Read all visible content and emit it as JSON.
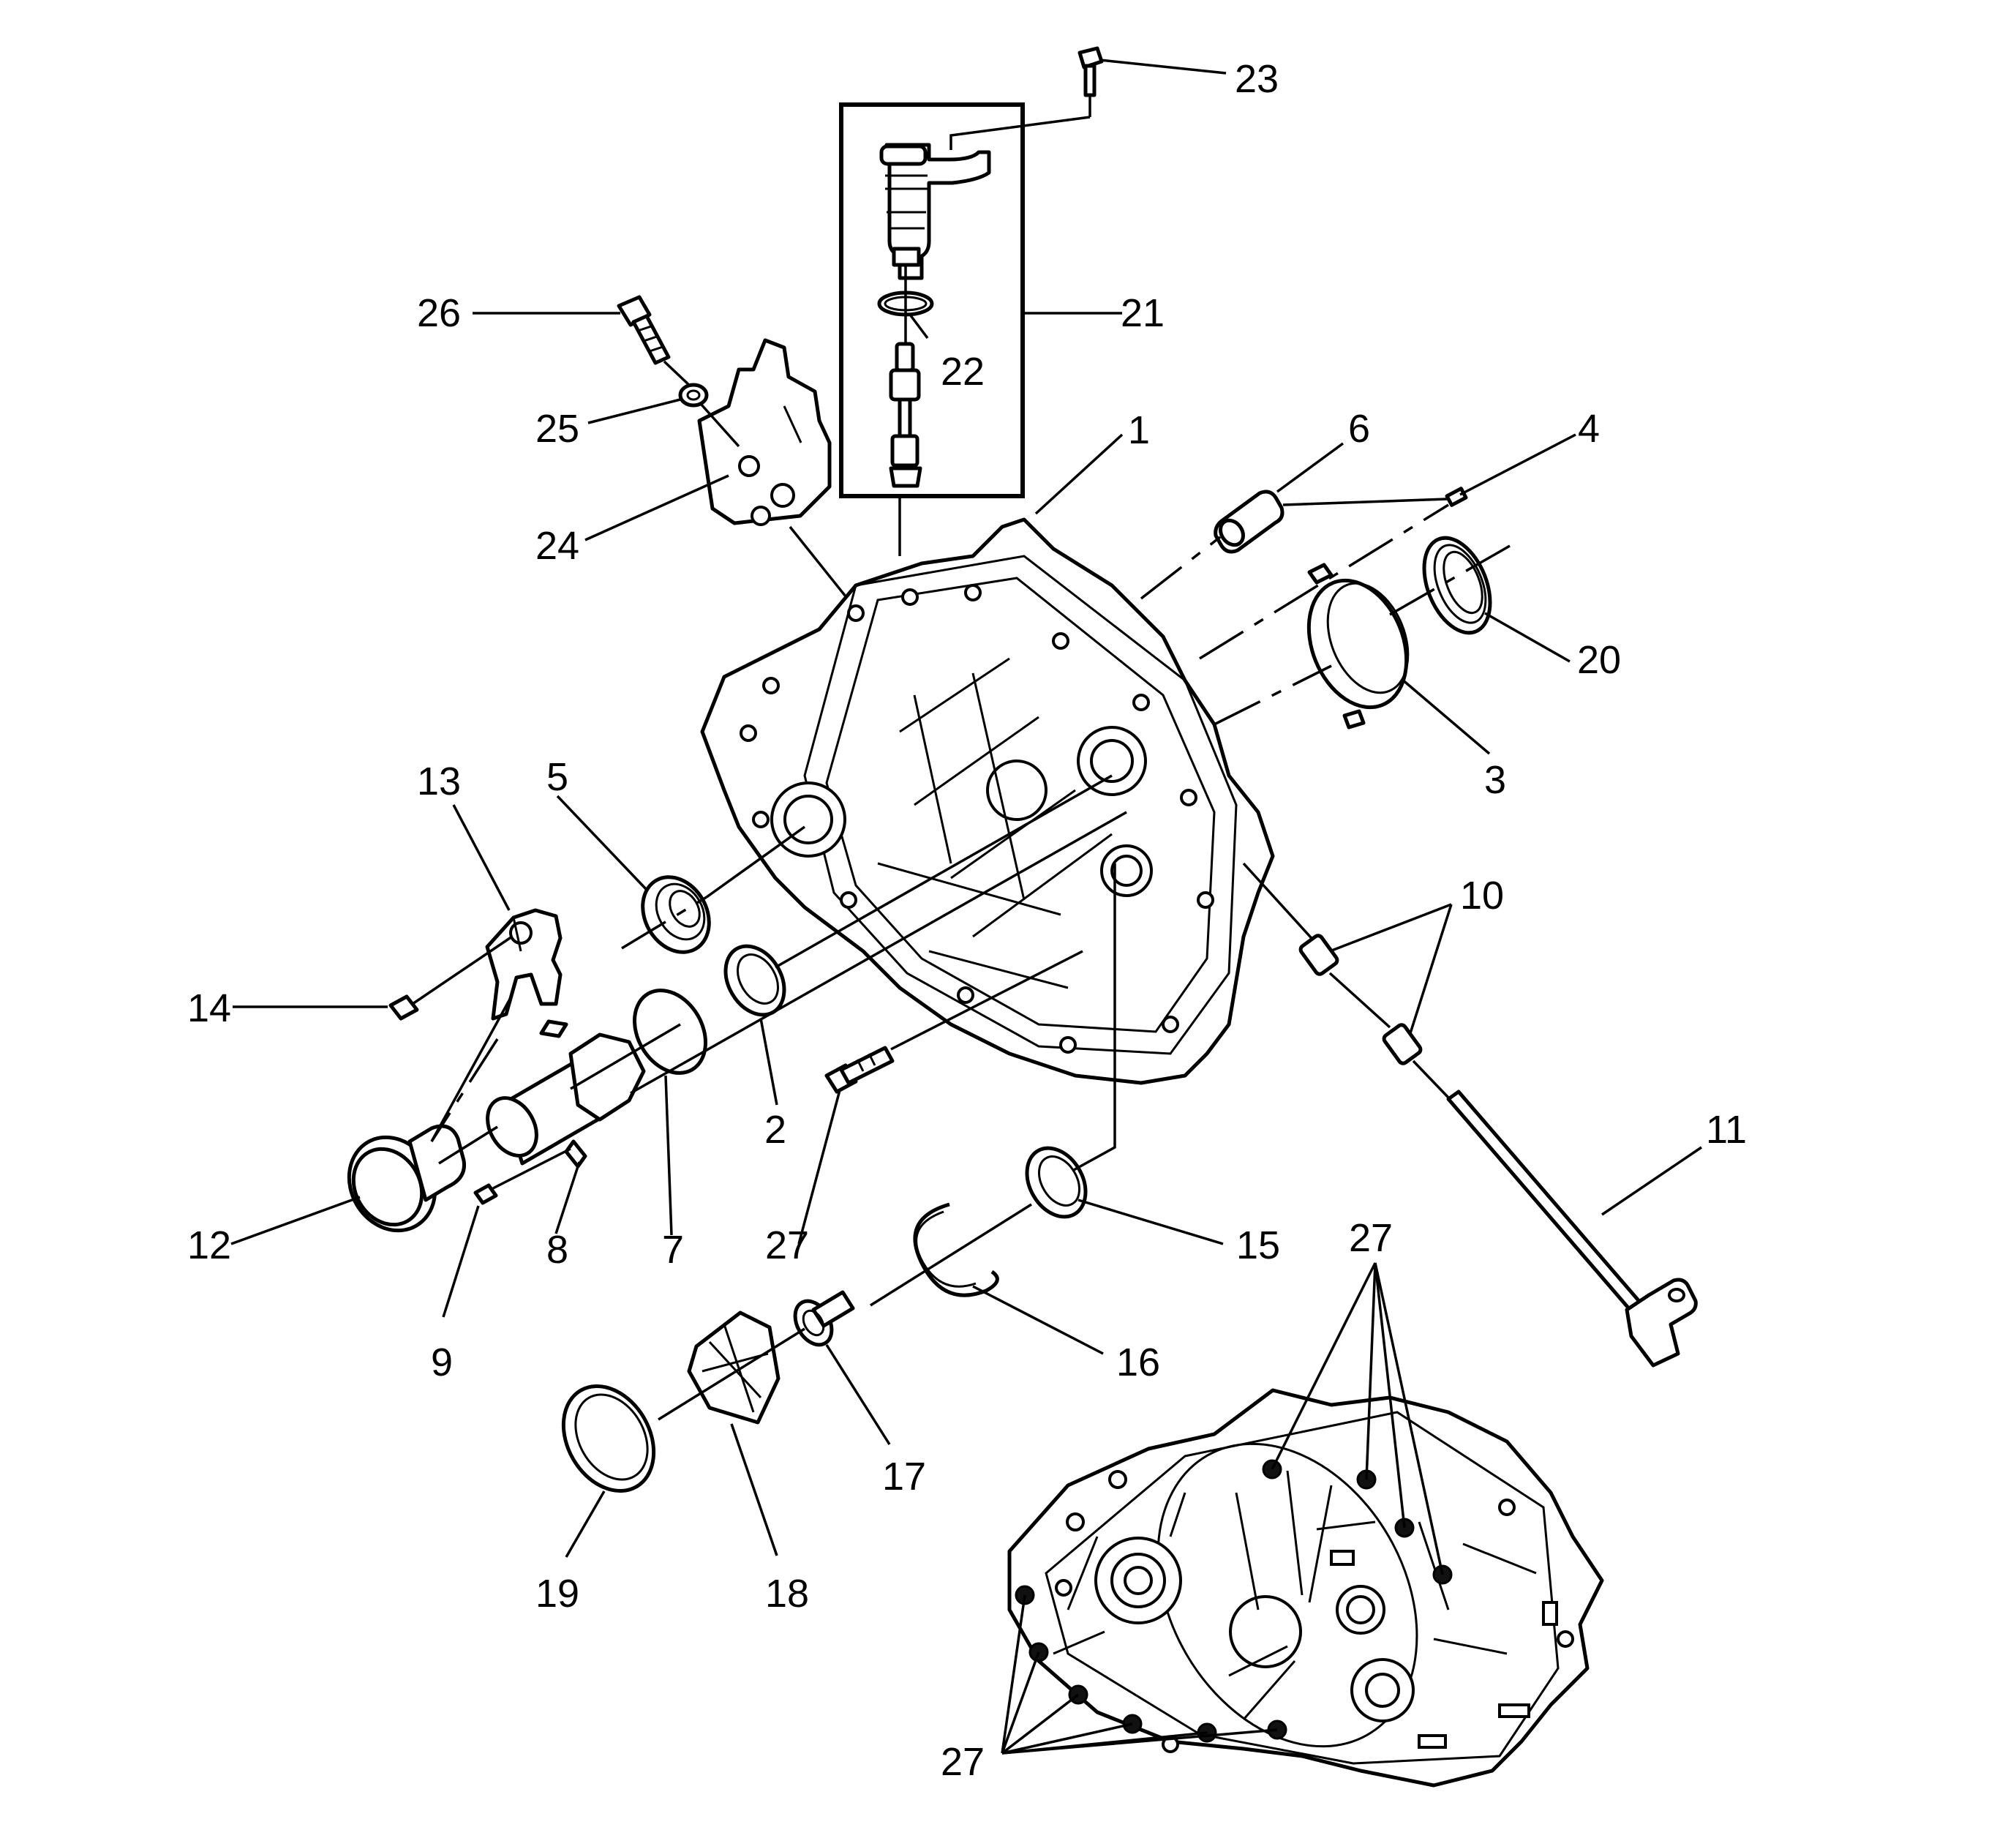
{
  "callouts": [
    "1",
    "2",
    "3",
    "4",
    "5",
    "6",
    "7",
    "8",
    "9",
    "10",
    "11",
    "12",
    "13",
    "14",
    "15",
    "16",
    "17",
    "18",
    "19",
    "20",
    "21",
    "22",
    "23",
    "24",
    "25",
    "26",
    "27"
  ],
  "colors": {
    "line": "#000000",
    "background": "#ffffff"
  }
}
